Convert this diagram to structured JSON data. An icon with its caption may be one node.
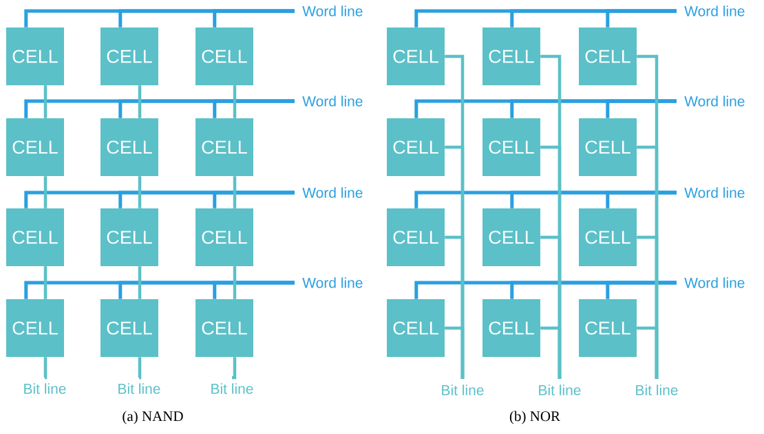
{
  "diagram": {
    "nodes": [
      {
        "text": [
          "Word line"
        ]
      },
      {
        "text": [
          "CELL"
        ]
      },
      {
        "text": [
          "CELL"
        ]
      },
      {
        "text": [
          "CELL"
        ]
      },
      {
        "text": [
          "Word line"
        ]
      },
      {
        "text": [
          "CELL"
        ]
      },
      {
        "text": [
          "CELL"
        ]
      },
      {
        "text": [
          "CELL"
        ]
      },
      {
        "text": [
          "Word line"
        ]
      },
      {
        "text": [
          "CELL"
        ]
      },
      {
        "text": [
          "CELL"
        ]
      },
      {
        "text": [
          "CELL"
        ]
      },
      {
        "text": [
          "Word line"
        ]
      },
      {
        "text": [
          "CELL"
        ]
      },
      {
        "text": [
          "CELL"
        ]
      },
      {
        "text": [
          "CELL"
        ]
      },
      {
        "text": [
          "Bit line"
        ]
      },
      {
        "text": [
          "Bit line"
        ]
      },
      {
        "text": [
          "Bit line"
        ]
      },
      {
        "text": [
          "Word line"
        ]
      },
      {
        "text": [
          "CELL"
        ]
      },
      {
        "text": [
          "CELL"
        ]
      },
      {
        "text": [
          "CELL"
        ]
      },
      {
        "text": [
          "Word line"
        ]
      },
      {
        "text": [
          "CELL"
        ]
      },
      {
        "text": [
          "CELL"
        ]
      },
      {
        "text": [
          "CELL"
        ]
      },
      {
        "text": [
          "Word line"
        ]
      },
      {
        "text": [
          "CELL"
        ]
      },
      {
        "text": [
          "CELL"
        ]
      },
      {
        "text": [
          "CELL"
        ]
      },
      {
        "text": [
          "Word line"
        ]
      },
      {
        "text": [
          "CELL"
        ]
      },
      {
        "text": [
          "CELL"
        ]
      },
      {
        "text": [
          "CELL"
        ]
      },
      {
        "text": [
          "Bit line"
        ]
      },
      {
        "text": [
          "Bit line"
        ]
      },
      {
        "text": [
          "Bit line"
        ]
      }
    ],
    "edges": [
      {
        "from": 0,
        "to": 1,
        "arrow": "none"
      },
      {
        "from": 0,
        "to": 2,
        "arrow": "none"
      },
      {
        "from": 0,
        "to": 3,
        "arrow": "none"
      },
      {
        "from": 4,
        "to": 5,
        "arrow": "none"
      },
      {
        "from": 4,
        "to": 6,
        "arrow": "none"
      },
      {
        "from": 4,
        "to": 7,
        "arrow": "none"
      },
      {
        "from": 8,
        "to": 9,
        "arrow": "none"
      },
      {
        "from": 8,
        "to": 10,
        "arrow": "none"
      },
      {
        "from": 8,
        "to": 11,
        "arrow": "none"
      },
      {
        "from": 12,
        "to": 13,
        "arrow": "none"
      },
      {
        "from": 12,
        "to": 14,
        "arrow": "none"
      },
      {
        "from": 12,
        "to": 15,
        "arrow": "none"
      },
      {
        "from": 1,
        "to": 5,
        "arrow": "none",
        "color": "#5bc0c8"
      },
      {
        "from": 5,
        "to": 9,
        "arrow": "none",
        "color": "#5bc0c8"
      },
      {
        "from": 9,
        "to": 13,
        "arrow": "none",
        "color": "#5bc0c8"
      },
      {
        "from": 13,
        "to": 16,
        "arrow": "none",
        "color": "#5bc0c8"
      },
      {
        "from": 2,
        "to": 6,
        "arrow": "none",
        "color": "#5bc0c8"
      },
      {
        "from": 6,
        "to": 10,
        "arrow": "none",
        "color": "#5bc0c8"
      },
      {
        "from": 10,
        "to": 14,
        "arrow": "none",
        "color": "#5bc0c8"
      },
      {
        "from": 14,
        "to": 17,
        "arrow": "none",
        "color": "#5bc0c8"
      },
      {
        "from": 3,
        "to": 7,
        "arrow": "none",
        "color": "#5bc0c8"
      },
      {
        "from": 7,
        "to": 11,
        "arrow": "none",
        "color": "#5bc0c8"
      },
      {
        "from": 11,
        "to": 15,
        "arrow": "none",
        "color": "#5bc0c8"
      },
      {
        "from": 15,
        "to": 18,
        "arrow": "none",
        "color": "#5bc0c8"
      },
      {
        "from": 19,
        "to": 20,
        "arrow": "none"
      },
      {
        "from": 19,
        "to": 21,
        "arrow": "none"
      },
      {
        "from": 19,
        "to": 22,
        "arrow": "none"
      },
      {
        "from": 23,
        "to": 24,
        "arrow": "none"
      },
      {
        "from": 23,
        "to": 25,
        "arrow": "none"
      },
      {
        "from": 23,
        "to": 26,
        "arrow": "none"
      },
      {
        "from": 27,
        "to": 28,
        "arrow": "none"
      },
      {
        "from": 27,
        "to": 29,
        "arrow": "none"
      },
      {
        "from": 27,
        "to": 30,
        "arrow": "none"
      },
      {
        "from": 31,
        "to": 32,
        "arrow": "none"
      },
      {
        "from": 31,
        "to": 33,
        "arrow": "none"
      },
      {
        "from": 31,
        "to": 34,
        "arrow": "none"
      },
      {
        "from": 35,
        "to": 20,
        "arrow": "none",
        "color": "#5bc0c8"
      },
      {
        "from": 35,
        "to": 24,
        "arrow": "none",
        "color": "#5bc0c8"
      },
      {
        "from": 35,
        "to": 28,
        "arrow": "none",
        "color": "#5bc0c8"
      },
      {
        "from": 35,
        "to": 32,
        "arrow": "none",
        "color": "#5bc0c8"
      },
      {
        "from": 36,
        "to": 21,
        "arrow": "none",
        "color": "#5bc0c8"
      },
      {
        "from": 36,
        "to": 25,
        "arrow": "none",
        "color": "#5bc0c8"
      },
      {
        "from": 36,
        "to": 29,
        "arrow": "none",
        "color": "#5bc0c8"
      },
      {
        "from": 36,
        "to": 33,
        "arrow": "none",
        "color": "#5bc0c8"
      },
      {
        "from": 37,
        "to": 22,
        "arrow": "none",
        "color": "#5bc0c8"
      },
      {
        "from": 37,
        "to": 26,
        "arrow": "none",
        "color": "#5bc0c8"
      },
      {
        "from": 37,
        "to": 30,
        "arrow": "none",
        "color": "#5bc0c8"
      },
      {
        "from": 37,
        "to": 34,
        "arrow": "none",
        "color": "#5bc0c8"
      }
    ],
    "labels": [
      "(a) NAND",
      "(b) NOR"
    ]
  }
}
